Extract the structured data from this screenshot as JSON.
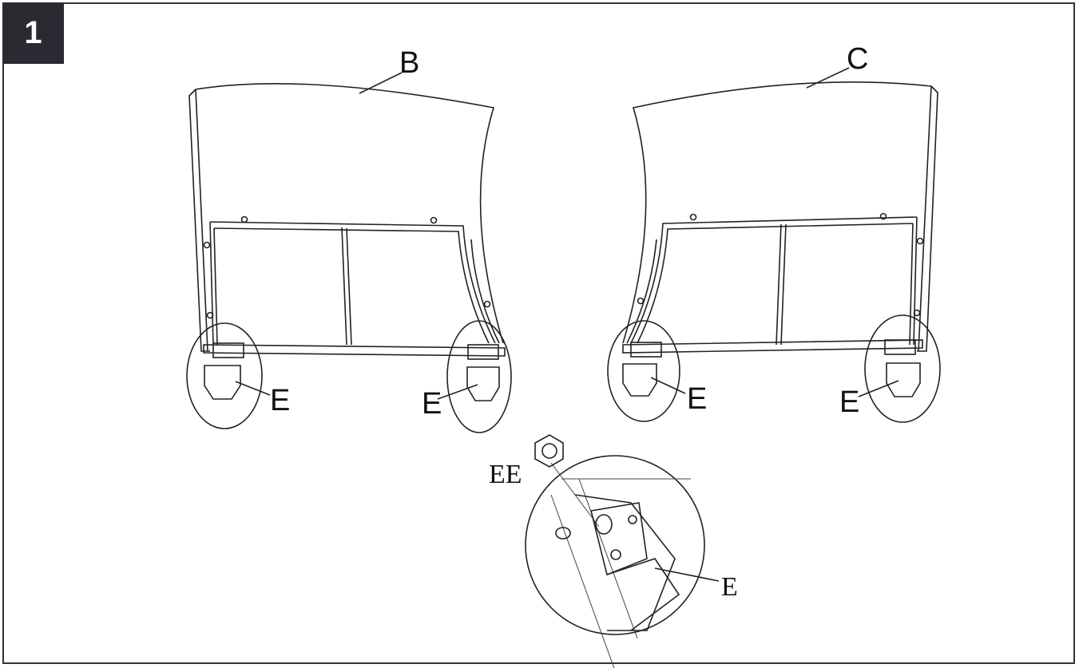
{
  "step": {
    "number": "1"
  },
  "labels": {
    "panel_left": "B",
    "panel_right": "C",
    "foot": "E",
    "nut": "EE"
  },
  "colors": {
    "badge_bg": "#2b2a33",
    "line": "#222222"
  }
}
